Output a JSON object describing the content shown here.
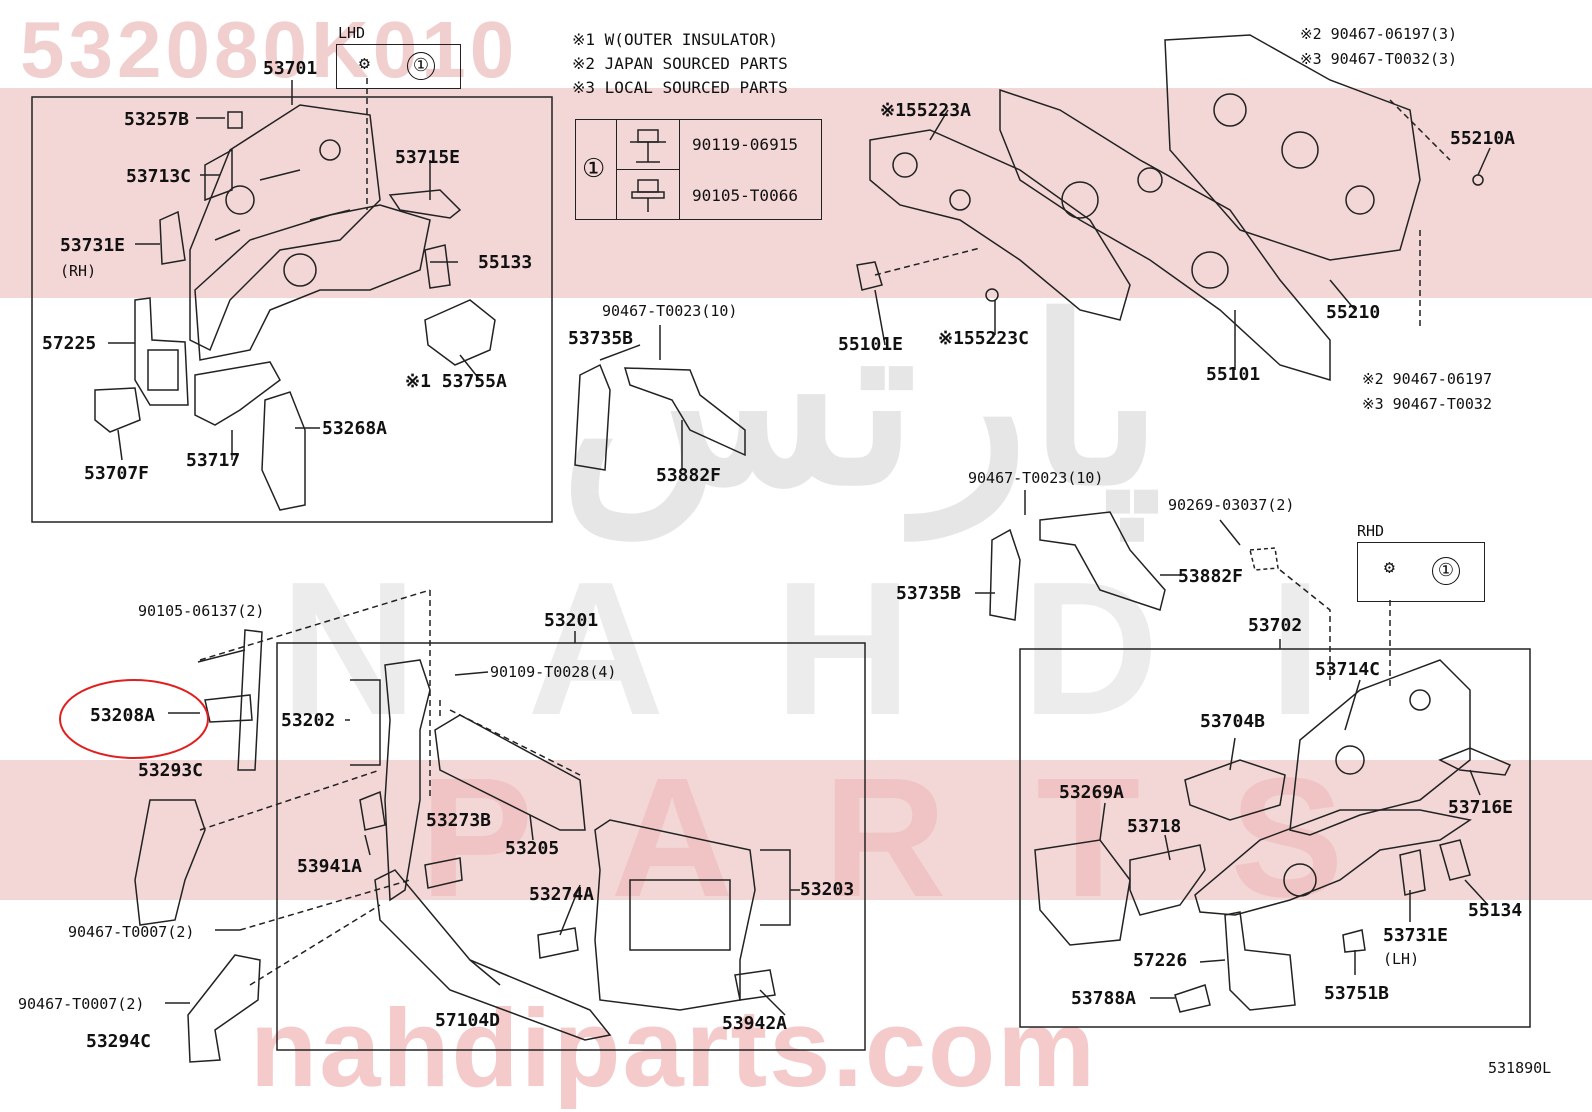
{
  "watermark": {
    "part_number": "532080K010",
    "arabic": "پارتس",
    "latin": "NAHDI",
    "parts": "PARTS",
    "url": "nahdiparts.com"
  },
  "notes": [
    "※1 W(OUTER INSULATOR)",
    "※2 JAPAN SOURCED PARTS",
    "※3 LOCAL SOURCED PARTS"
  ],
  "legend": {
    "symbol": "①",
    "rows": [
      "90119-06915",
      "90105-T0066"
    ]
  },
  "lhd": {
    "label": "LHD",
    "symbol": "①"
  },
  "rhd": {
    "label": "RHD",
    "symbol": "①"
  },
  "labels": {
    "p53701": "53701",
    "p53257B": "53257B",
    "p53713C": "53713C",
    "p53715E": "53715E",
    "p53731E_rh": "53731E",
    "rh": "(RH)",
    "p55133": "55133",
    "p57225": "57225",
    "p53755A": "※1 53755A",
    "p53268A": "53268A",
    "p53707F": "53707F",
    "p53717": "53717",
    "p90467T0023a": "90467-T0023(10)",
    "p53735B_a": "53735B",
    "p53882F_a": "53882F",
    "p55223A": "※155223A",
    "p55101E": "55101E",
    "p55223C": "※155223C",
    "p55101": "55101",
    "p90467_06197_3": "※2 90467-06197(3)",
    "p90467_T0032_3": "※3 90467-T0032(3)",
    "p55210A": "55210A",
    "p55210": "55210",
    "p90467_06197": "※2 90467-06197",
    "p90467_T0032": "※3 90467-T0032",
    "p90467T0023b": "90467-T0023(10)",
    "p90269": "90269-03037(2)",
    "p53735B_b": "53735B",
    "p53882F_b": "53882F",
    "p90105_06137": "90105-06137(2)",
    "p53208A": "53208A",
    "p53293C": "53293C",
    "p90467T0007a": "90467-T0007(2)",
    "p90467T0007b": "90467-T0007(2)",
    "p53294C": "53294C",
    "p53201": "53201",
    "p90109": "90109-T0028(4)",
    "p53202": "53202",
    "p53273B": "53273B",
    "p53205": "53205",
    "p53941A": "53941A",
    "p53274A": "53274A",
    "p53203": "53203",
    "p57104D": "57104D",
    "p53942A": "53942A",
    "p53702": "53702",
    "p53714C": "53714C",
    "p53704B": "53704B",
    "p53269A": "53269A",
    "p53718": "53718",
    "p53716E": "53716E",
    "p55134": "55134",
    "p53731E_lh": "53731E",
    "lh": "(LH)",
    "p57226": "57226",
    "p53788A": "53788A",
    "p53751B": "53751B",
    "diagram_id": "531890L"
  }
}
